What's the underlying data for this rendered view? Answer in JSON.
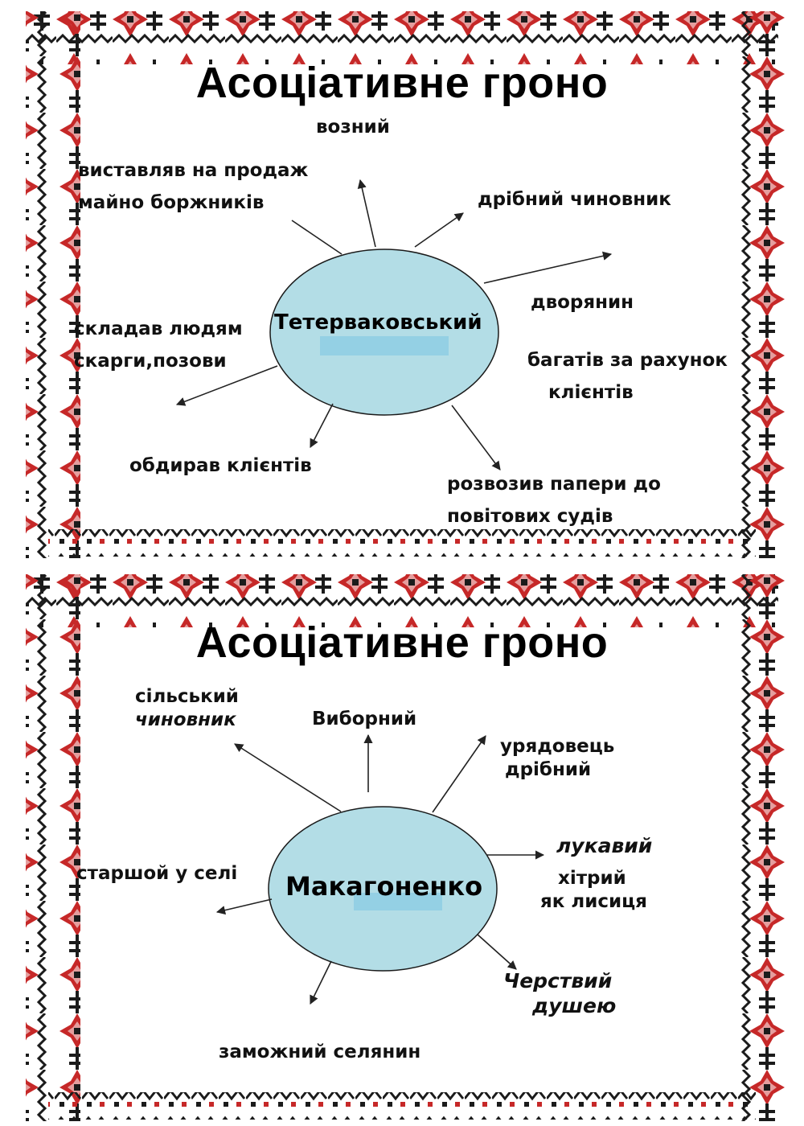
{
  "diagrams": [
    {
      "title": "Асоціативне гроно",
      "center": "Тетерваковський",
      "labels": {
        "vozniy": [
          "возний"
        ],
        "prodazh": [
          "виставляв на продаж",
          "майно боржників"
        ],
        "chynovnyk": [
          "дрібний чиновник"
        ],
        "dvorianyn": [
          "дворянин"
        ],
        "skarhy": [
          "складав  людям",
          "скарги,позови"
        ],
        "bahativ": [
          "багатів за рахунок",
          "клієнтів"
        ],
        "obdyrav": [
          "обдирав клієнтів"
        ],
        "rozvozyv": [
          "розвозив папери до",
          "повітових судів"
        ]
      }
    },
    {
      "title": "Асоціативне гроно",
      "center": "Макагоненко",
      "labels": {
        "silskyi": [
          "сільський",
          "чиновник"
        ],
        "vybornyi": [
          "Виборний"
        ],
        "uriadovets": [
          "урядовець",
          "дрібний"
        ],
        "lukavyi": [
          "лукавий"
        ],
        "khitryi": [
          "хітрий",
          "як лисиця"
        ],
        "starshoi": [
          "старшой у селі"
        ],
        "cherstvyi": [
          "Черствий",
          "душею"
        ],
        "zamozhnyi": [
          "заможний  селянин"
        ]
      }
    }
  ],
  "colors": {
    "ellipse_fill": "#b3dde6",
    "ellipse_stroke": "#1a1a1a",
    "highlight": "#7ec8e3",
    "ornament_red": "#c62828",
    "ornament_dark": "#1b1b1b"
  }
}
